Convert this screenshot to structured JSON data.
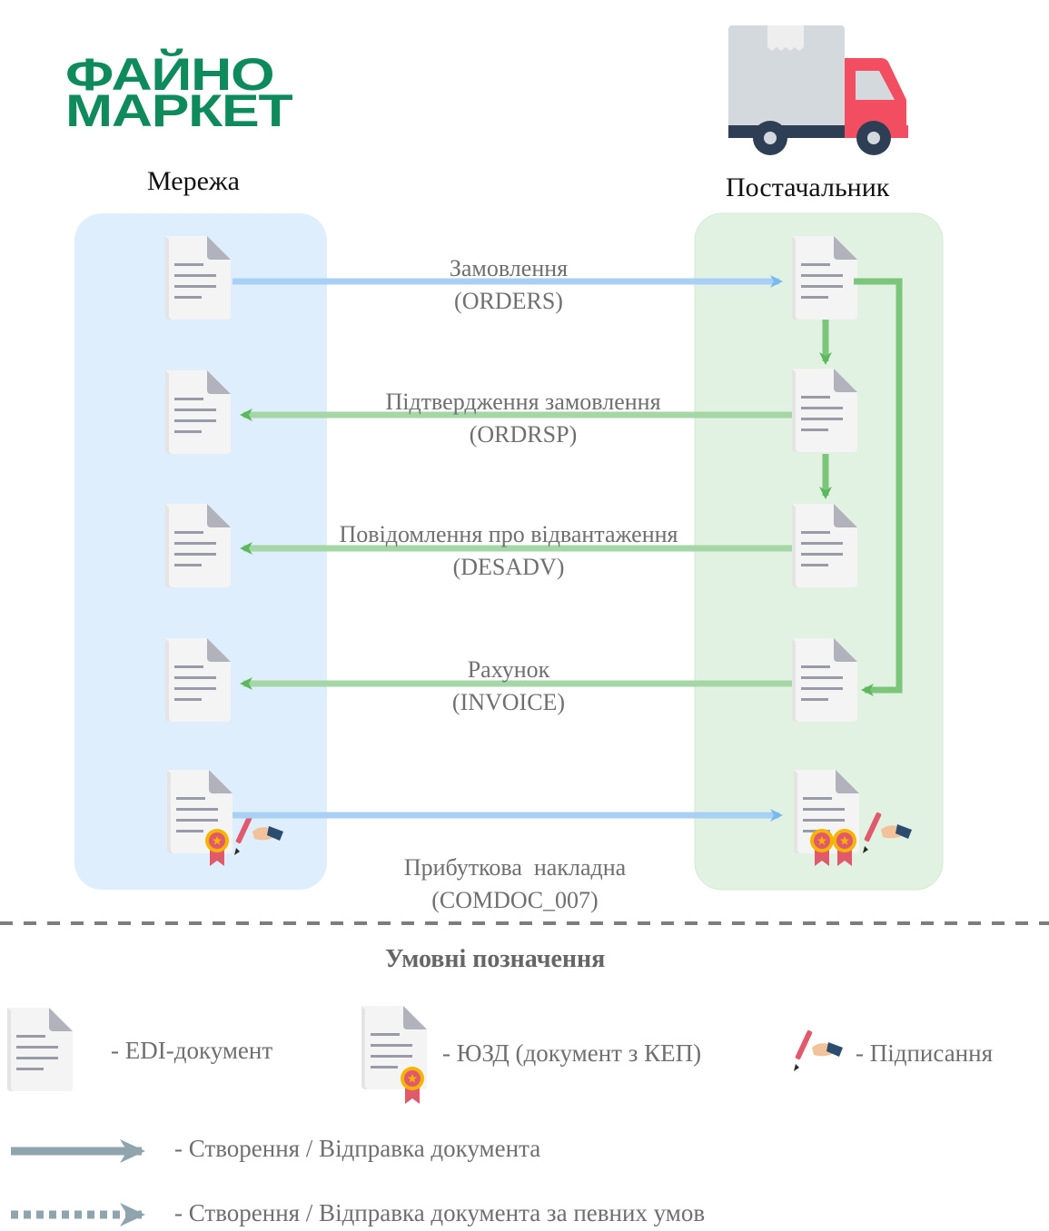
{
  "logo": {
    "line1": "ФАЙНО",
    "line2": "МАРКЕТ",
    "color": "#0e8a5c"
  },
  "parties": {
    "left": "Мережа",
    "right": "Постачальник"
  },
  "colors": {
    "left_panel": "#dfeefc",
    "right_panel": "#e2f2e2",
    "blue_arrow": "#a8d0f4",
    "green_arrow": "#7cc67c",
    "arrow_gray": "#90a4ae",
    "truck_cab": "#f24d60",
    "truck_box": "#d4d9de"
  },
  "messages": [
    {
      "name": "Замовлення",
      "code": "(ORDERS)",
      "direction": "to-supplier",
      "type": "EDI-документ"
    },
    {
      "name": "Підтвердження замовлення",
      "code": "(ORDRSP)",
      "direction": "to-network",
      "type": "EDI-документ"
    },
    {
      "name": "Повідомлення про відвантаження",
      "code": "(DESADV)",
      "direction": "to-network",
      "type": "EDI-документ"
    },
    {
      "name": "Рахунок",
      "code": "(INVOICE)",
      "direction": "to-network",
      "type": "EDI-документ"
    },
    {
      "name": "Прибуткова  накладна",
      "code": "(COMDOC_007)",
      "direction": "to-supplier",
      "type": "ЮЗД"
    }
  ],
  "legend": {
    "title": "Умовні позначення",
    "edi": "-  EDI-документ",
    "yuzd": "-  ЮЗД (документ з КЕП)",
    "signing": "-  Підписання",
    "solid_arrow": "-  Створення / Відправка документа",
    "dashed_arrow": "-  Створення / Відправка документа за певних умов"
  }
}
